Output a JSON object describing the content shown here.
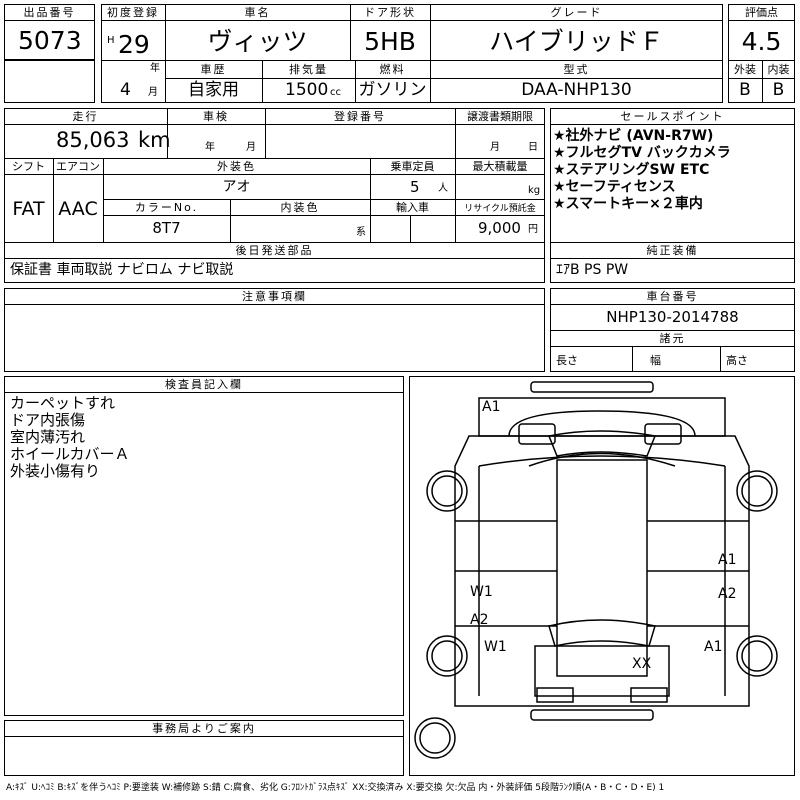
{
  "header": {
    "lot_no_label": "出品番号",
    "lot_no": "5073",
    "first_reg_label": "初度登録",
    "era": "H",
    "year": "29",
    "year_unit": "年",
    "month": "4",
    "month_unit": "月",
    "car_name_label": "車名",
    "car_name": "ヴィッツ",
    "door_label": "ドア形状",
    "door": "5HB",
    "grade_label": "グレード",
    "grade": "ハイブリッドＦ",
    "score_label": "評価点",
    "score": "4.5",
    "history_label": "車歴",
    "history": "自家用",
    "displacement_label": "排気量",
    "displacement": "1500",
    "displacement_unit": "cc",
    "fuel_label": "燃料",
    "fuel": "ガソリン",
    "model_label": "型式",
    "model": "DAA-NHP130",
    "exterior_label": "外装",
    "exterior": "B",
    "interior_label": "内装",
    "interior": "B"
  },
  "row2": {
    "mileage_label": "走行",
    "mileage": "85,063",
    "mileage_unit": "km",
    "inspection_label": "車検",
    "insp_year_unit": "年",
    "insp_month_unit": "月",
    "reg_no_label": "登録番号",
    "deadline_label": "譲渡書類期限",
    "deadline_month_unit": "月",
    "deadline_day_unit": "日",
    "shift_label": "シフト",
    "shift": "FAT",
    "ac_label": "エアコン",
    "ac": "AAC",
    "color_label": "外装色",
    "color": "アオ",
    "capacity_label": "乗車定員",
    "capacity": "5",
    "capacity_unit": "人",
    "load_label": "最大積載量",
    "load_unit": "kg",
    "color_no_label": "カラーNo.",
    "color_no": "8T7",
    "interior_color_label": "内装色",
    "interior_color_unit": "系",
    "import_label": "輸入車",
    "recycle_label": "リサイクル預託金",
    "recycle": "9,000",
    "recycle_unit": "円"
  },
  "sales_points": {
    "label": "セールスポイント",
    "items": [
      "★社外ナビ (AVN-R7W)",
      "★フルセグTV バックカメラ",
      "★ステアリングSW ETC",
      "★セーフティセンス",
      "★スマートキー×２車内"
    ]
  },
  "later_parts": {
    "label": "後日発送部品",
    "text": "保証書 車両取説 ナビロム ナビ取説"
  },
  "equipment": {
    "label": "純正装備",
    "text": "ｴｱB PS PW"
  },
  "notes": {
    "label": "注意事項欄"
  },
  "chassis": {
    "label": "車台番号",
    "value": "NHP130-2014788"
  },
  "dims": {
    "label": "諸元",
    "length": "長さ",
    "width": "幅",
    "height": "高さ"
  },
  "inspector": {
    "label": "検査員記入欄",
    "lines": [
      "カーペットすれ",
      "ドア内張傷",
      "室内薄汚れ",
      "ホイールカバーＡ",
      "外装小傷有り"
    ]
  },
  "office": {
    "label": "事務局よりご案内"
  },
  "diagram_marks": [
    "A1",
    "A1",
    "W1",
    "A2",
    "A2",
    "W1",
    "A1",
    "XX"
  ],
  "legend": "A:ｷｽﾞ U:ﾍｺﾐ B:ｷｽﾞを伴うﾍｺﾐ P:要塗装 W:補修跡 S:錆 C:腐食、劣化 G:ﾌﾛﾝﾄｶﾞﾗｽ点ｷｽﾞ XX:交換済み X:要交換 欠:欠品 内・外装評価 5段階ﾗﾝｸ順(A・B・C・D・E) 1"
}
